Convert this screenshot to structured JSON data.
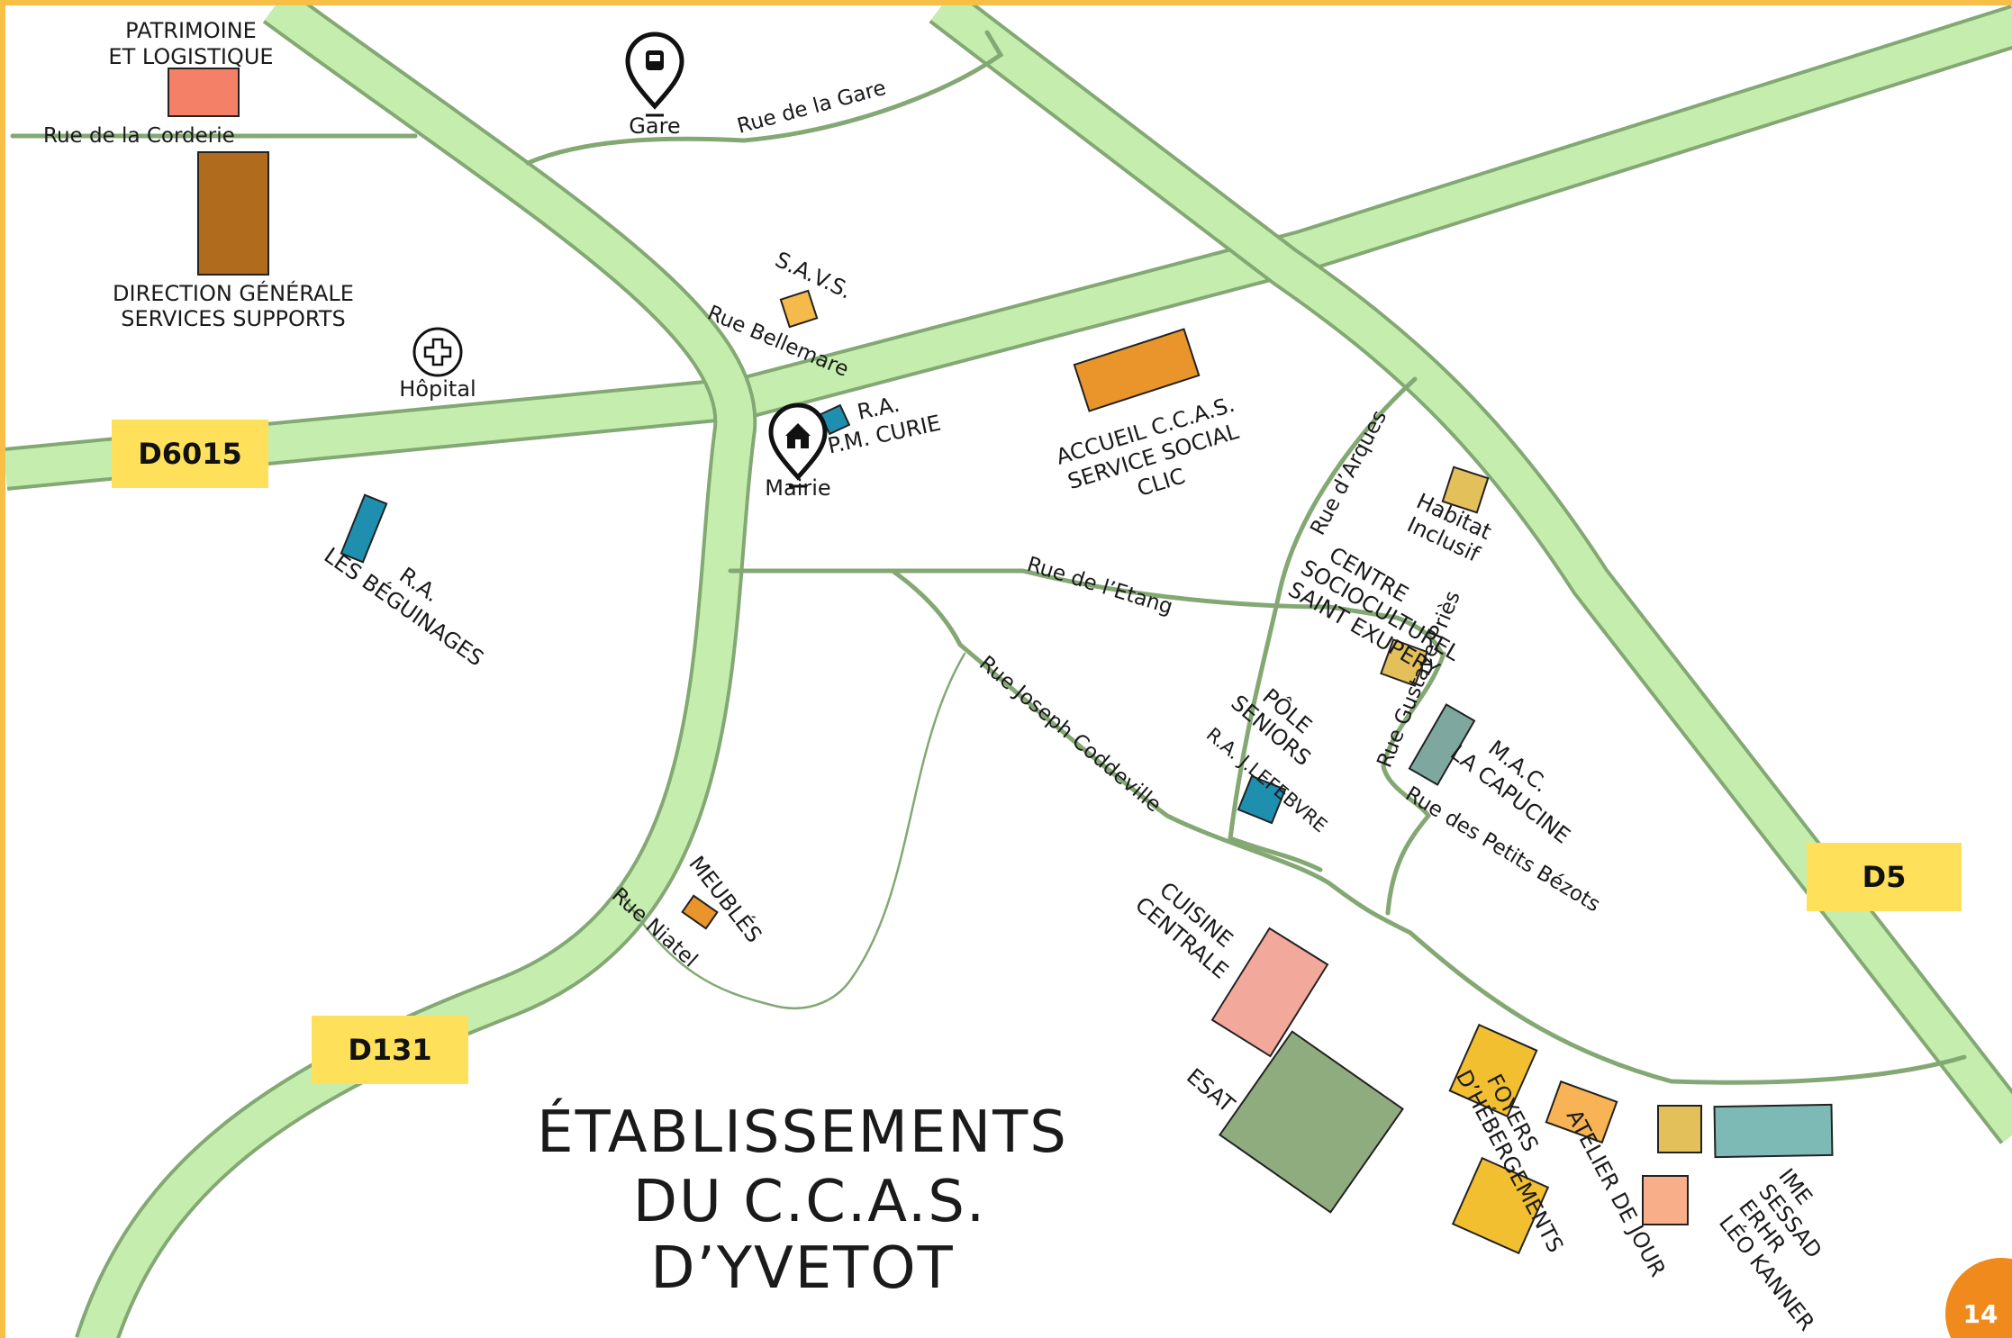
{
  "map": {
    "title": [
      "ÉTABLISSEMENTS",
      "DU C.C.A.S.",
      "D’YVETOT"
    ],
    "page_number": "14",
    "roads": [
      {
        "id": "D6015",
        "label": "D6015"
      },
      {
        "id": "D131",
        "label": "D131"
      },
      {
        "id": "D5",
        "label": "D5"
      }
    ],
    "streets": {
      "corderie": "Rue de la Corderie",
      "gare": "Rue de la Gare",
      "bellemare": "Rue Bellemare",
      "etang": "Rue de l’Etang",
      "arques": "Rue d’Arques",
      "gustave": "Rue Gustave Priès",
      "coddeville": "Rue Joseph Coddeville",
      "niatel": "Rue Niatel",
      "petits_bezots": "Rue des Petits Bézots"
    },
    "poi": {
      "gare": "Gare",
      "mairie": "Mairie",
      "hopital": "Hôpital"
    },
    "buildings": {
      "patrimoine": [
        "PATRIMOINE",
        "ET LOGISTIQUE"
      ],
      "direction": [
        "DIRECTION GÉNÉRALE",
        "SERVICES SUPPORTS"
      ],
      "savs": "S.A.V.S.",
      "ra_curie": [
        "R.A.",
        "P.M. CURIE"
      ],
      "accueil": [
        "ACCUEIL C.C.A.S.",
        "SERVICE SOCIAL",
        "CLIC"
      ],
      "ra_beguinages": [
        "R.A.",
        "LES BÉGUINAGES"
      ],
      "habitat": [
        "Habitat",
        "Inclusif"
      ],
      "centre": [
        "CENTRE",
        "SOCIOCULTUREL",
        "SAINT EXUPERY"
      ],
      "pole": [
        "PÔLE",
        "SENIORS"
      ],
      "pole_sub": "R.A. J.LEFEBVRE",
      "mac": [
        "M.A.C.",
        "LA CAPUCINE"
      ],
      "meubles": "MEUBLÉS",
      "cuisine": [
        "CUISINE",
        "CENTRALE"
      ],
      "esat": "ESAT",
      "foyers": [
        "FOYERS",
        "D’HÉBERGEMENTS"
      ],
      "atelier": "ATELIER DE JOUR",
      "ime": [
        "IME",
        "SESSAD",
        "ERHR",
        "LÉO KANNER"
      ]
    },
    "icons": {
      "gare": "train-pin-icon",
      "mairie": "townhall-pin-icon",
      "hopital": "hospital-cross-icon"
    },
    "colors": {
      "frame": "#f7bf46",
      "road_fill": "#c5eeae",
      "road_edge": "#84a874",
      "badge": "#ffe05a",
      "page_badge": "#f08a1d"
    }
  }
}
